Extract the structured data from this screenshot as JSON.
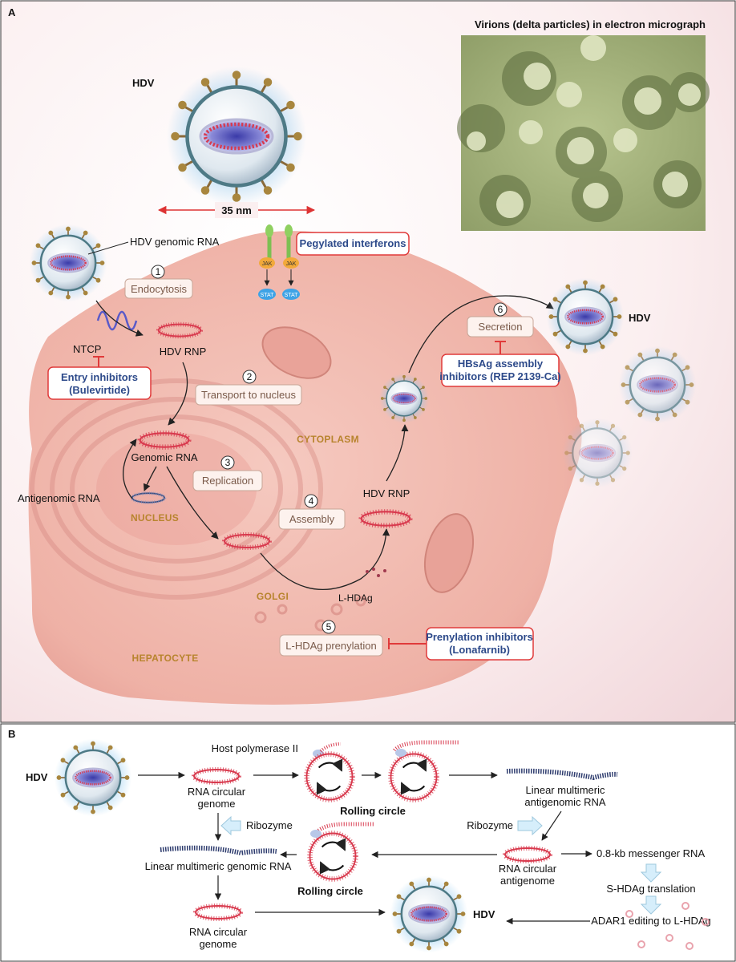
{
  "panel_a": {
    "label": "A",
    "hdv_label": "HDV",
    "size_label": "35 nm",
    "micrograph_title": "Virions (delta particles) in electron micrograph",
    "genomic_rna_label": "HDV genomic RNA",
    "steps": [
      {
        "num": "1",
        "text": "Endocytosis"
      },
      {
        "num": "2",
        "text": "Transport to nucleus"
      },
      {
        "num": "3",
        "text": "Replication"
      },
      {
        "num": "4",
        "text": "Assembly"
      },
      {
        "num": "5",
        "text": "L-HDAg prenylation"
      },
      {
        "num": "6",
        "text": "Secretion"
      }
    ],
    "drugs": {
      "interferon": "Pegylated interferons",
      "entry_line1": "Entry inhibitors",
      "entry_line2": "(Bulevirtide)",
      "hbsag_line1": "HBsAg assembly",
      "hbsag_line2": "inhibitors (REP 2139-Ca)",
      "prenyl_line1": "Prenylation inhibitors",
      "prenyl_line2": "(Lonafarnib)"
    },
    "labels": {
      "ntcp": "NTCP",
      "hdv_rnp": "HDV RNP",
      "genomic_rna": "Genomic RNA",
      "antigenomic_rna": "Antigenomic RNA",
      "hdv_rnp_2": "HDV RNP",
      "l_hdag": "L-HDAg",
      "jak": "JAK",
      "stat": "STAT",
      "hdv_secreted": "HDV"
    },
    "regions": {
      "cytoplasm": "CYTOPLASM",
      "nucleus": "NUCLEUS",
      "golgi": "GOLGI",
      "hepatocyte": "HEPATOCYTE"
    }
  },
  "panel_b": {
    "label": "B",
    "hdv_left": "HDV",
    "hdv_bottom": "HDV",
    "host_pol": "Host polymerase II",
    "rna_circ_1": "RNA circular",
    "rna_circ_1b": "genome",
    "rolling_circle": "Rolling circle",
    "rolling_circle_2": "Rolling circle",
    "linear_anti_1": "Linear multimeric",
    "linear_anti_2": "antigenomic RNA",
    "ribozyme_left": "Ribozyme",
    "ribozyme_right": "Ribozyme",
    "linear_genomic": "Linear multimeric genomic RNA",
    "rna_circ_anti_1": "RNA circular",
    "rna_circ_anti_2": "antigenome",
    "mrna": "0.8-kb messenger RNA",
    "s_hdag": "S-HDAg translation",
    "adar": "ADAR1 editing to L-HDAg",
    "rna_circ_2": "RNA circular",
    "rna_circ_2b": "genome"
  },
  "colors": {
    "rna_red": "#d83a4e",
    "cell_pink": "#f2b8ae",
    "drug_blue": "#2d4a8a",
    "inhibit_red": "#e03a3a",
    "region_gold": "#b8842e"
  }
}
